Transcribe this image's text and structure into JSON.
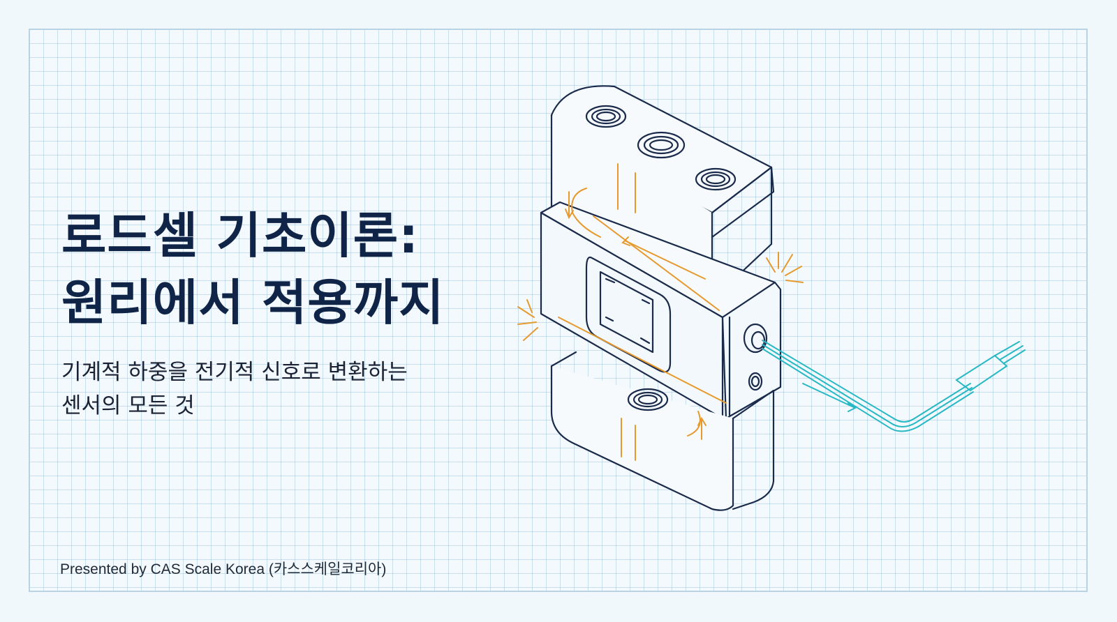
{
  "slide": {
    "title_line1": "로드셀 기초이론:",
    "title_line2": "원리에서 적용까지",
    "subtitle_line1": "기계적 하중을 전기적 신호로 변환하는",
    "subtitle_line2": "센서의 모든 것",
    "presenter": "Presented by CAS Scale Korea (카스스케일코리아)"
  },
  "colors": {
    "background": "#f1f8fc",
    "grid": "#b9d3e4",
    "title": "#0f2447",
    "outline": "#1a2a4a",
    "strain": "#e69a2e",
    "cable": "#27b8c4"
  }
}
